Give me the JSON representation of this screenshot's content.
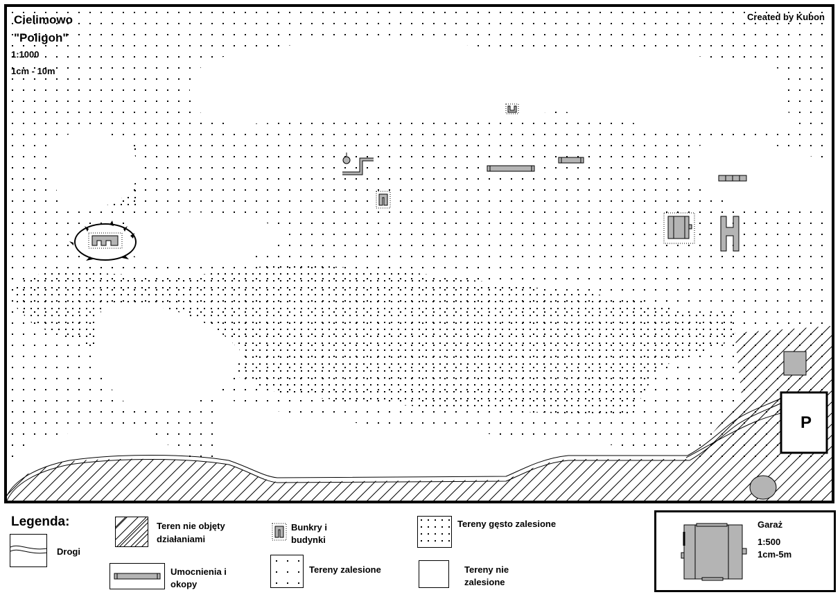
{
  "map": {
    "title": "Cielimowo",
    "subtitle": "\"Poligon\"",
    "scale": "1:1000",
    "scale_unit": "1cm - 10m",
    "credit": "Created by Kubon",
    "parking_label": "P"
  },
  "legend": {
    "title": "Legenda:",
    "roads": "Drogi",
    "excluded_area_line1": "Teren nie objęty",
    "excluded_area_line2": "działaniami",
    "fortifications_line1": "Umocnienia i",
    "fortifications_line2": "okopy",
    "bunkers_line1": "Bunkry i",
    "bunkers_line2": "budynki",
    "forested": "Tereny zalesione",
    "dense_forest": "Tereny gęsto zalesione",
    "unforested_line1": "Tereny nie",
    "unforested_line2": "zalesione"
  },
  "garage": {
    "title": "Garaż",
    "scale": "1:500",
    "scale_unit": "1cm-5m"
  },
  "colors": {
    "frame": "#000000",
    "structure_fill": "#b4b4b4",
    "dot": "#000000"
  }
}
